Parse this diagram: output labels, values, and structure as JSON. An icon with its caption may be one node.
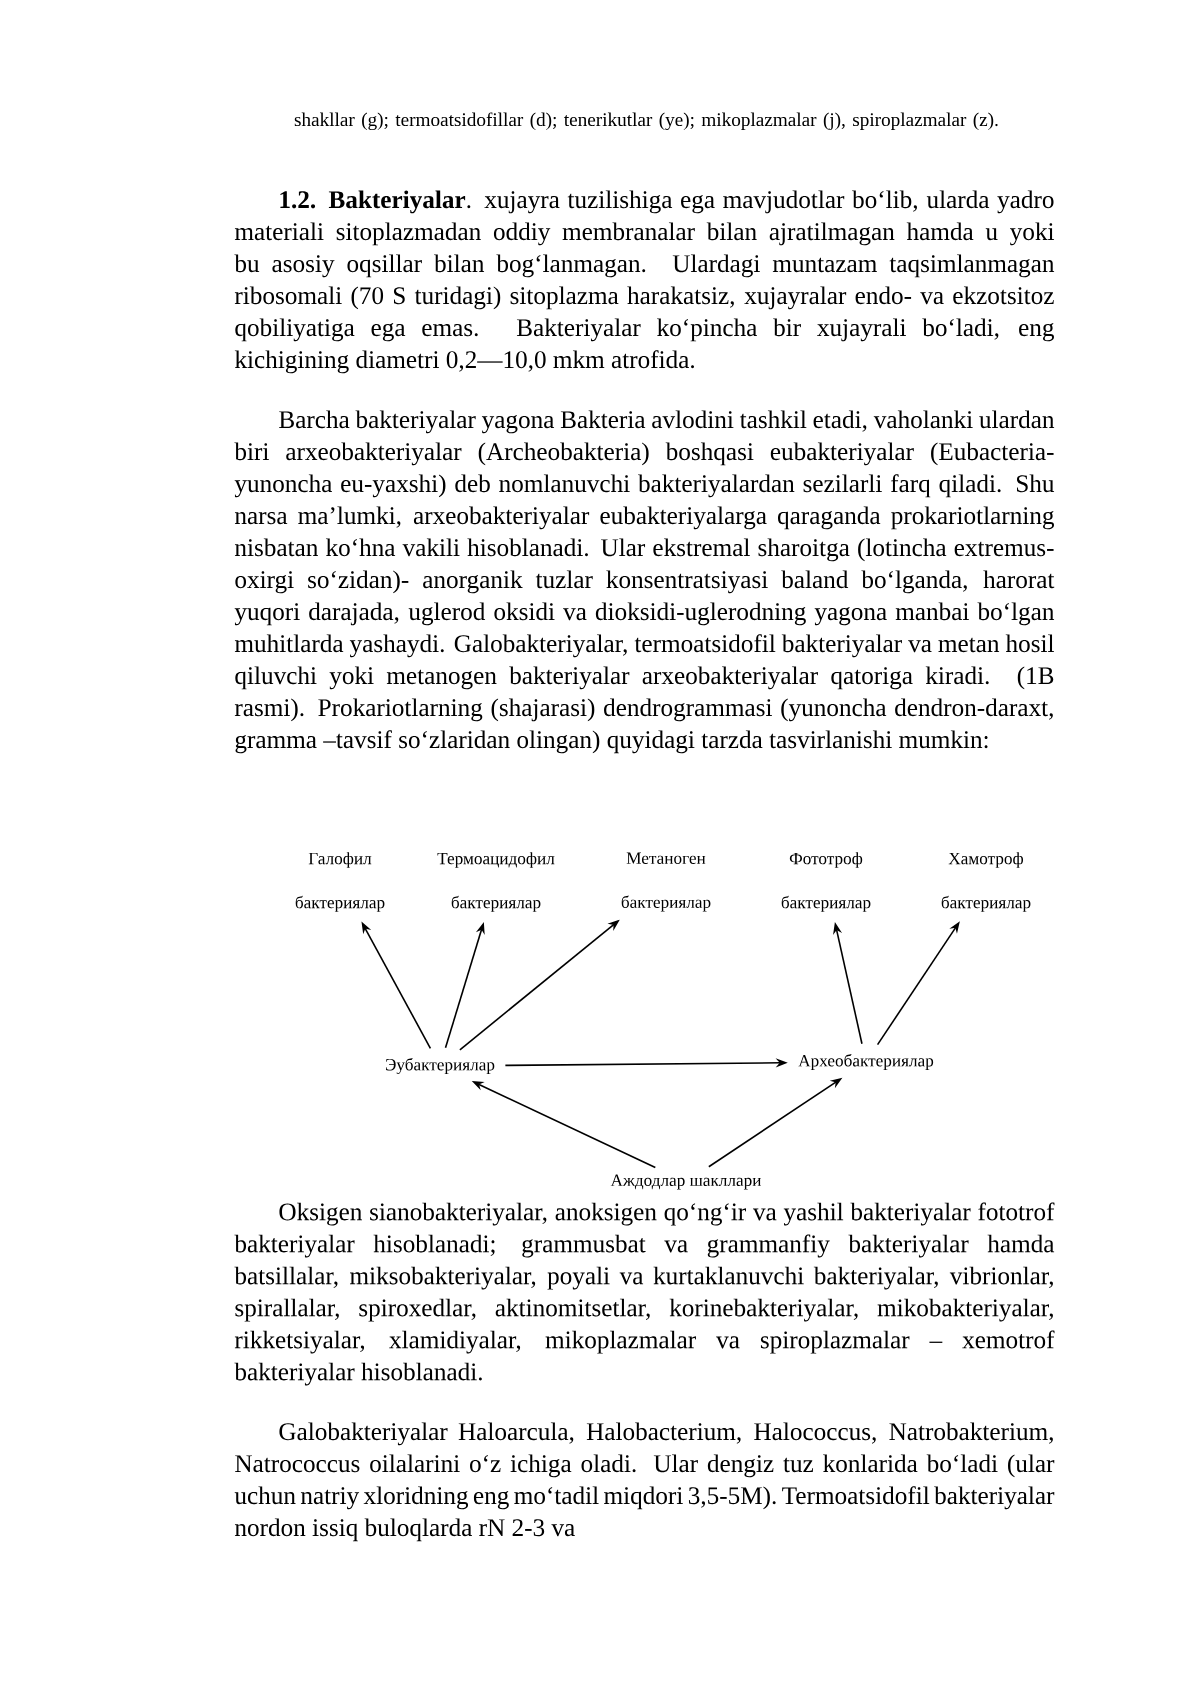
{
  "diagram": {
    "nodes": [
      {
        "text": [
          "Галофил бактериялар"
        ]
      },
      {
        "text": [
          "Термоацидофил бактериялар"
        ]
      },
      {
        "text": [
          "Метаноген бактериялар"
        ]
      },
      {
        "text": [
          "Фототроф бактериялар"
        ]
      },
      {
        "text": [
          "Хамотроф бактериялар"
        ]
      },
      {
        "text": [
          "Эубактериялар"
        ]
      },
      {
        "text": [
          "Археобактериялар"
        ]
      },
      {
        "text": [
          "Аждодлар шакллари"
        ]
      }
    ],
    "edges": [
      {
        "from": 5,
        "to": 0,
        "arrow": "to"
      },
      {
        "from": 5,
        "to": 1,
        "arrow": "to"
      },
      {
        "from": 5,
        "to": 2,
        "arrow": "to"
      },
      {
        "from": 5,
        "to": 6,
        "arrow": "to"
      },
      {
        "from": 6,
        "to": 3,
        "arrow": "to"
      },
      {
        "from": 6,
        "to": 4,
        "arrow": "to"
      },
      {
        "from": 7,
        "to": 5,
        "arrow": "to"
      },
      {
        "from": 7,
        "to": 6,
        "arrow": "to"
      }
    ],
    "labels": [
      "shakllar (g); termoatsidofillar (d); tenerikutlar (ye); mikoplazmalar (j), spiroplazmalar (z).",
      "**1.2. Bakteriyalar**. xujayra tuzilishiga ega mavjudotlar bo‘lib, ularda yadro materiali sitoplazmadan oddiy membranalar bilan ajratilmagan hamda u yoki bu asosiy oqsillar bilan bog‘lanmagan. Ulardagi muntazam taqsimlanmagan ribosomali (70 S turidagi) sitoplazma harakatsiz, xujayralar endo- va ekzotsitoz qobiliyatiga ega emas. Bakteriyalar ko‘pincha bir xujayrali bo‘ladi, eng kichigining diametri 0,2—10,0 mkm atrofida.",
      "Barcha bakteriyalar yagona Bakteria avlodini tashkil etadi, vaholanki ulardan biri arxeobakteriyalar (Archeobakteria) boshqasi eubakteriyalar (Eubacteria-yunoncha eu-yaxshi) deb nomlanuvchi bakteriyalardan sezilarli farq qiladi. Shu narsa ma’lumki, arxeobakteriyalar eubakteriyalarga qaraganda prokariotlarning nisbatan ko‘hna vakili hisoblanadi. Ular ekstremal sharoitga (lotincha extremus-oxirgi so‘zidan)- anorganik tuzlar konsentratsiyasi baland bo‘lganda, harorat yuqori darajada, uglerod oksidi va dioksidi-uglerodning yagona manbai bo‘lgan muhitlarda yashaydi. Galobakteriyalar, termoatsidofil bakteriyalar va metan hosil qiluvchi yoki metanogen bakteriyalar arxeobakteriyalar qatoriga kiradi. (1B rasmi). Prokariotlarning (shajarasi) dendrogrammasi (yunoncha dendron-daraxt, gramma –tavsif so‘zlaridan olingan) quyidagi tarzda tasvirlanishi mumkin:",
      "Oksigen sianobakteriyalar, anoksigen qo‘ng‘ir va yashil bakteriyalar fototrof bakteriyalar hisoblanadi; grammusbat va grammanfiy bakteriyalar hamda batsillalar, miksobakteriyalar, poyali va kurtaklanuvchi bakteriyalar, vibrionlar, spirallalar, spiroxedlar, aktinomitsetlar, korinebakteriyalar, mikobakteriyalar, rikketsiyalar, xlamidiyalar, mikoplazmalar va spiroplazmalar – xemotrof bakteriyalar hisoblanadi.",
      "Galobakteriyalar Haloarcula, Halobacterium, Halococcus, Natrobakterium, Natrococcus oilalarini o‘z ichiga oladi. Ular dengiz tuz konlarida bo‘ladi (ular uchun natriy xloridning eng mo‘tadil miqdori 3,5-5M). Termoatsidofil bakteriyalar nordon issiq buloqlarda rN 2-3 va"
    ]
  }
}
